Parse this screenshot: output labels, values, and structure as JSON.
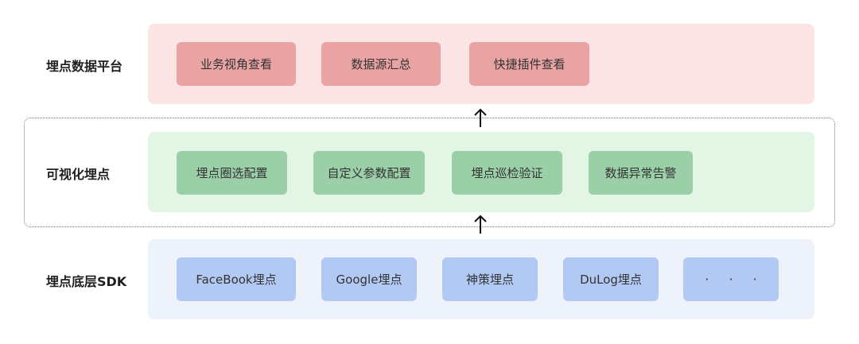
{
  "rows": {
    "top": {
      "label": "埋点数据平台",
      "items": [
        "业务视角查看",
        "数据源汇总",
        "快捷插件查看"
      ]
    },
    "middle": {
      "label": "可视化埋点",
      "items": [
        "埋点圈选配置",
        "自定义参数配置",
        "埋点巡检验证",
        "数据异常告警"
      ]
    },
    "bottom": {
      "label": "埋点底层SDK",
      "items": [
        "FaceBook埋点",
        "Google埋点",
        "神策埋点",
        "DuLog埋点",
        "· · ·"
      ]
    }
  },
  "colors": {
    "top_panel": "#fde4e4",
    "top_chip": "#e9a3a3",
    "mid_panel": "#e3f5e4",
    "mid_chip": "#9bcfa8",
    "bot_panel": "#eef2fb",
    "bot_chip": "#b2c9f3"
  },
  "icons": [
    "arrow-up-icon",
    "arrow-up-icon"
  ]
}
